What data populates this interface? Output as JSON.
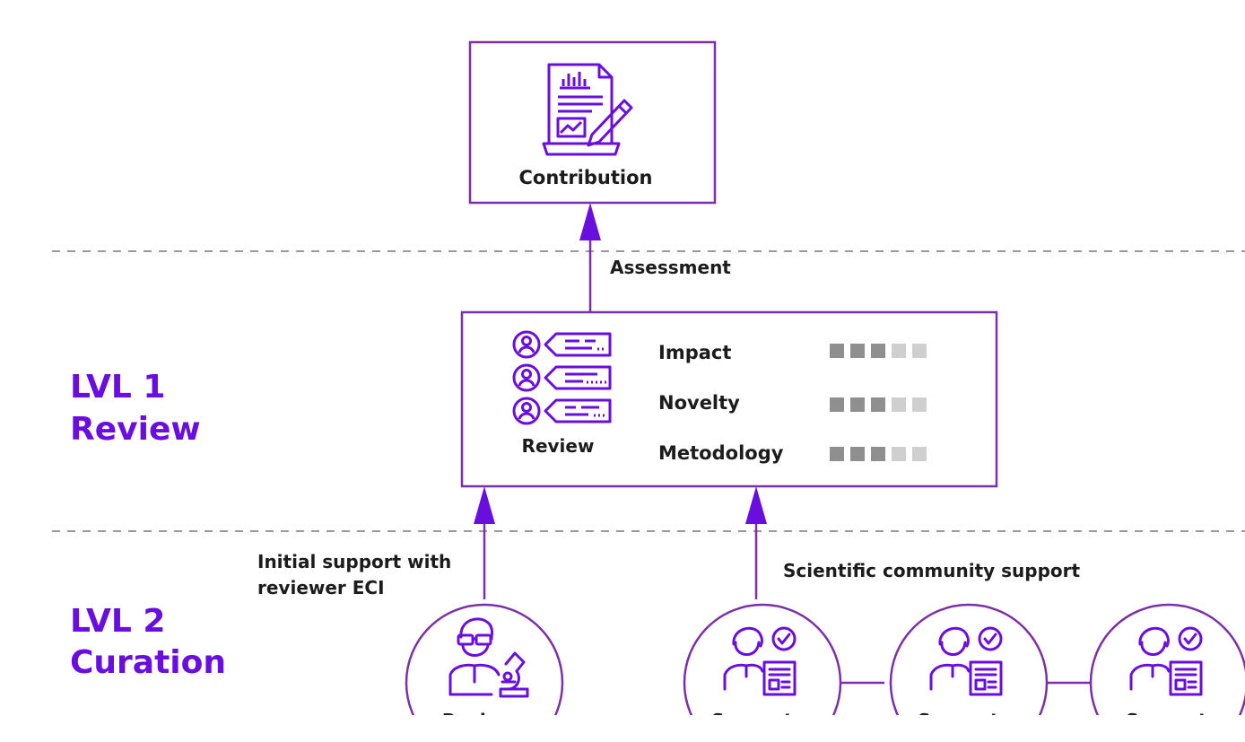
{
  "colors": {
    "accent": "#6a0ee0",
    "box_border": "#7b2fa8",
    "text": "#1c1c1c",
    "rating_filled": "#8f8f8f",
    "rating_empty": "#cfcfcf",
    "divider": "#9a9a9a"
  },
  "levels": [
    {
      "line1": "LVL 1",
      "line2": "Review"
    },
    {
      "line1": "LVL 2",
      "line2": "Curation"
    }
  ],
  "contribution": {
    "label": "Contribution",
    "icon": "document-chart-pencil-icon"
  },
  "edges": {
    "assessment": "Assessment",
    "initial_support_line1": "Initial support with",
    "initial_support_line2": "reviewer ECI",
    "community_support": "Scientific community support"
  },
  "review": {
    "label": "Review",
    "icon": "reviewers-comments-icon",
    "criteria": [
      {
        "name": "Impact",
        "score": 3,
        "max": 5
      },
      {
        "name": "Novelty",
        "score": 3,
        "max": 5
      },
      {
        "name": "Metodology",
        "score": 3,
        "max": 5
      }
    ]
  },
  "nodes": [
    {
      "label": "Reviewer",
      "icon": "scientist-microscope-icon"
    },
    {
      "label": "Supporter",
      "icon": "supporter-check-icon"
    },
    {
      "label": "Supporter",
      "icon": "supporter-check-icon"
    },
    {
      "label": "Supporter",
      "icon": "supporter-check-icon"
    }
  ]
}
